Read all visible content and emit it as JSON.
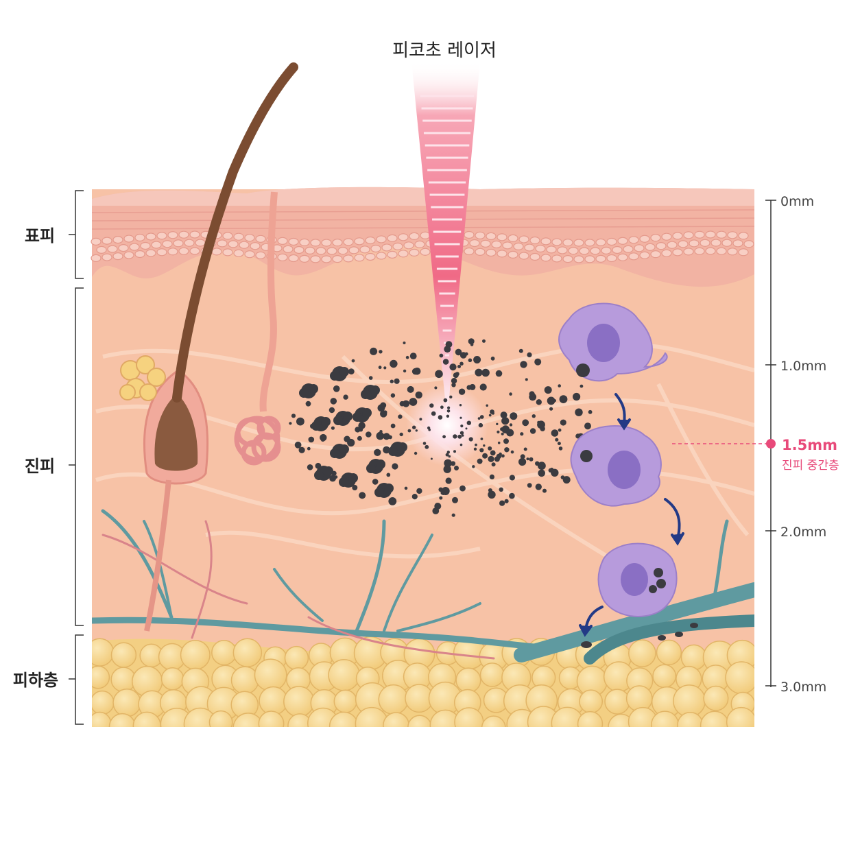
{
  "title": "피코초 레이저",
  "layers": [
    {
      "label": "표피"
    },
    {
      "label": "진피"
    },
    {
      "label": "피하층"
    }
  ],
  "depth_scale": {
    "ticks": [
      "0mm",
      "1.0mm",
      "2.0mm",
      "3.0mm"
    ],
    "highlight": {
      "value": "1.5mm",
      "caption": "진피 중간층"
    }
  },
  "colors": {
    "laser": "#f06a86",
    "highlight": "#e84a7a",
    "epidermis": "#f2b3a3",
    "dermis": "#f7c2a6",
    "fat": "#f5d38b",
    "macrophage": "#b79bdc",
    "vessel": "#5f9aa0",
    "arrow": "#233a86"
  }
}
